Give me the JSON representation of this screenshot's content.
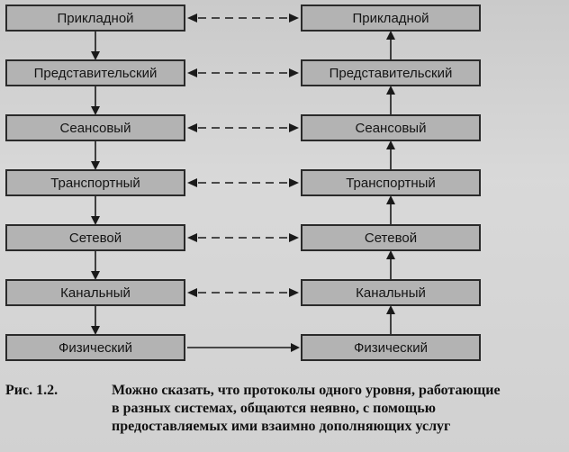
{
  "left_stack": [
    "Прикладной",
    "Представительский",
    "Сеансовый",
    "Транспортный",
    "Сетевой",
    "Канальный",
    "Физический"
  ],
  "right_stack": [
    "Прикладной",
    "Представительский",
    "Сеансовый",
    "Транспортный",
    "Сетевой",
    "Канальный",
    "Физический"
  ],
  "caption": {
    "label": "Рис. 1.2.",
    "lines": [
      "Можно сказать, что протоколы одного уровня, работающие",
      "в разных системах, общаются неявно, с помощью",
      "предоставляемых ими взаимно дополняющих услуг"
    ]
  },
  "colors": {
    "box_fill": "#b3b3b3",
    "box_border": "#2a2a2a",
    "arrow": "#1a1a1a"
  }
}
